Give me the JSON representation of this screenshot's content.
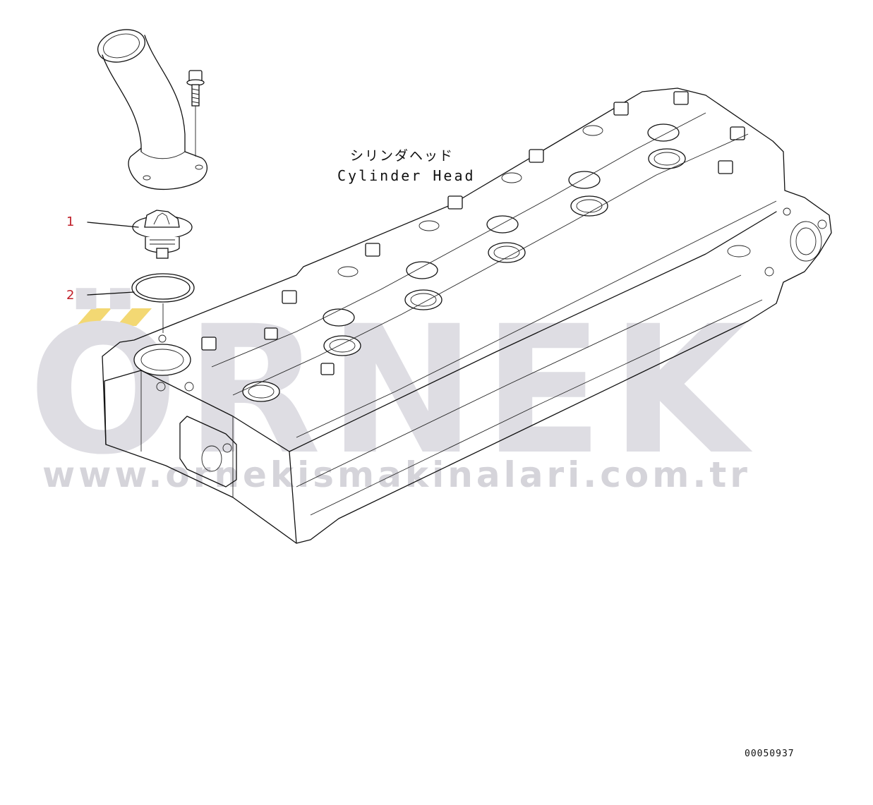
{
  "watermark": {
    "brand": "ÖRNEK",
    "url": "www.ornekismakinalari.com.tr"
  },
  "labels": {
    "jp": "シリンダヘッド",
    "en": "Cylinder Head"
  },
  "callouts": [
    {
      "number": "1",
      "part": "thermostat"
    },
    {
      "number": "2",
      "part": "o-ring"
    }
  ],
  "reference_number": "00050937"
}
